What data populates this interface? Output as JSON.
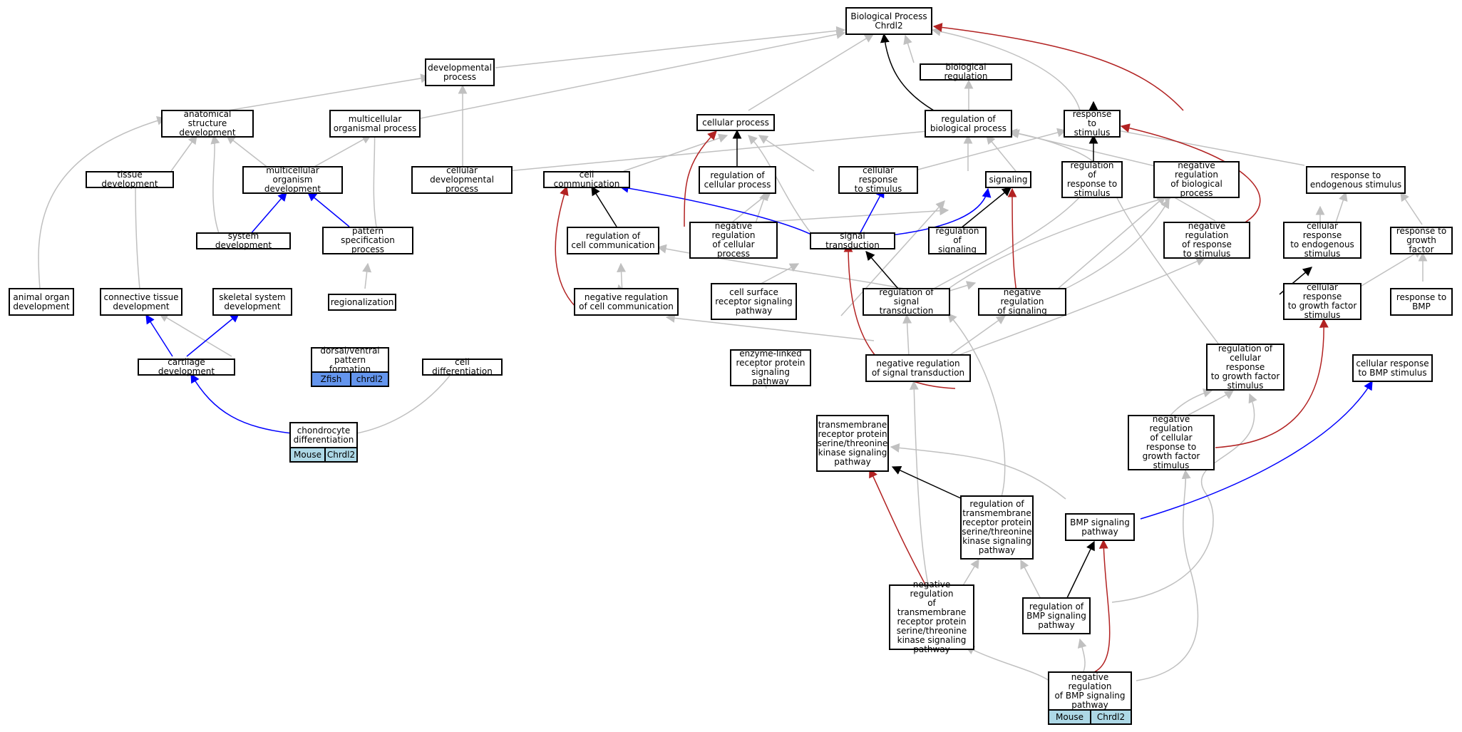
{
  "colors": {
    "is_a": "#c0c0c0",
    "part_of": "#000000",
    "positive": "#0000ff",
    "negative": "#b22222",
    "mouse": "#add8e6",
    "zfish": "#6495ed"
  },
  "nodes": {
    "bp": "Biological Process\nChrdl2",
    "dev_proc": "developmental\nprocess",
    "bio_reg": "biological regulation",
    "anat": "anatomical structure\ndevelopment",
    "multi_org": "multicellular\norganismal process",
    "cell_proc": "cellular process",
    "reg_bp": "regulation of\nbiological process",
    "resp_stim": "response to\nstimulus",
    "tissue": "tissue development",
    "multi_dev": "multicellular\norganism development",
    "cell_dev": "cellular developmental\nprocess",
    "cell_comm": "cell communication",
    "reg_cell_proc": "regulation of\ncellular process",
    "cell_resp_stim": "cellular response\nto stimulus",
    "signaling": "signaling",
    "reg_resp_stim": "regulation of\nresponse to\nstimulus",
    "neg_reg_bp": "negative regulation\nof biological\nprocess",
    "resp_endo": "response to\nendogenous stimulus",
    "sys_dev": "system development",
    "pattern": "pattern specification\nprocess",
    "reg_cell_comm": "regulation of\ncell communication",
    "neg_reg_cell_proc": "negative regulation\nof cellular\nprocess",
    "sig_trans": "signal transduction",
    "reg_signaling": "regulation of\nsignaling",
    "neg_reg_resp_stim": "negative regulation\nof response\nto stimulus",
    "cell_resp_endo": "cellular response\nto endogenous\nstimulus",
    "resp_gf": "response to\ngrowth factor",
    "animal_organ": "animal organ\ndevelopment",
    "conn_tissue": "connective tissue\ndevelopment",
    "skeletal": "skeletal system\ndevelopment",
    "regionalization": "regionalization",
    "neg_reg_cell_comm": "negative regulation\nof cell communication",
    "cell_surface": "cell surface\nreceptor signaling\npathway",
    "reg_sig_trans": "regulation of\nsignal transduction",
    "neg_reg_signaling": "negative regulation\nof signaling",
    "cell_resp_gf": "cellular response\nto growth factor\nstimulus",
    "resp_bmp": "response to\nBMP",
    "dorsal": "dorsal/ventral\npattern formation",
    "cartilage": "cartilage development",
    "cell_diff": "cell differentiation",
    "enzyme": "enzyme-linked\nreceptor protein\nsignaling pathway",
    "neg_reg_sig_trans": "negative regulation\nof signal transduction",
    "reg_cell_resp_gf": "regulation of\ncellular response\nto growth factor\nstimulus",
    "cell_resp_bmp": "cellular response\nto BMP stimulus",
    "chondro": "chondrocyte\ndifferentiation",
    "tm_receptor": "transmembrane\nreceptor protein\nserine/threonine\nkinase signaling\npathway",
    "neg_reg_cell_resp_gf": "negative regulation\nof cellular\nresponse to\ngrowth factor\nstimulus",
    "reg_tm": "regulation of\ntransmembrane\nreceptor protein\nserine/threonine\nkinase signaling\npathway",
    "bmp": "BMP signaling\npathway",
    "neg_reg_tm": "negative regulation\nof transmembrane\nreceptor protein\nserine/threonine\nkinase signaling\npathway",
    "reg_bmp": "regulation of\nBMP signaling\npathway",
    "neg_reg_bmp": "negative regulation\nof BMP signaling\npathway"
  },
  "tags": {
    "dorsal_species": "Zfish",
    "dorsal_gene": "chrdl2",
    "chondro_species": "Mouse",
    "chondro_gene": "Chrdl2",
    "neg_reg_bmp_species": "Mouse",
    "neg_reg_bmp_gene": "Chrdl2"
  }
}
